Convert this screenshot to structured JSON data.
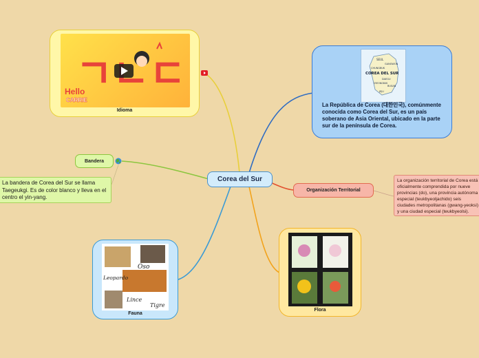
{
  "central": {
    "label": "Corea del Sur"
  },
  "idioma": {
    "caption": "Idioma",
    "hangul": "ㄱㄴㄷ",
    "logo_top": "Hello",
    "logo_bottom": "CARRIE",
    "icon": "youtube-icon"
  },
  "korea": {
    "map_labels": [
      "SEUL",
      "GANGWON",
      "CHUNGBUK",
      "COREA DEL SUR",
      "DAEGU",
      "GYEONGBUK",
      "BUSAN",
      "JEJU"
    ],
    "description": "La República de Corea (대한민국), comúnmente conocida como Corea del Sur, es un país soberano de Asia Oriental, ubicado en la parte sur de la península de Corea."
  },
  "bandera": {
    "label": "Bandera",
    "icon": "globe-icon",
    "note": "La bandera de Corea del Sur se llama Taegeukgi. Es de color blanco y lleva en el centro el yin-yang."
  },
  "org": {
    "label": "Organización Territorial",
    "note": "La organización territorial de Corea está oficialmente comprendida por nueve provincias (do), una provincia autónoma especial (teukbyeoljachido) seis ciudades metropolitanas (gwang-yeoksi) y una ciudad especial (teukbyeolsi)."
  },
  "fauna": {
    "caption": "Fauna",
    "labels": [
      "Oso",
      "Leopardo",
      "Lince",
      "Tigre"
    ]
  },
  "flora": {
    "caption": "Flora"
  },
  "colors": {
    "background": "#efd8a8",
    "idioma_line": "#e8cf3a",
    "korea_line": "#2f6cc2",
    "bandera_line": "#8cc63f",
    "org_line": "#e2502f",
    "fauna_line": "#3a9ad5",
    "flora_line": "#f2a21a"
  }
}
